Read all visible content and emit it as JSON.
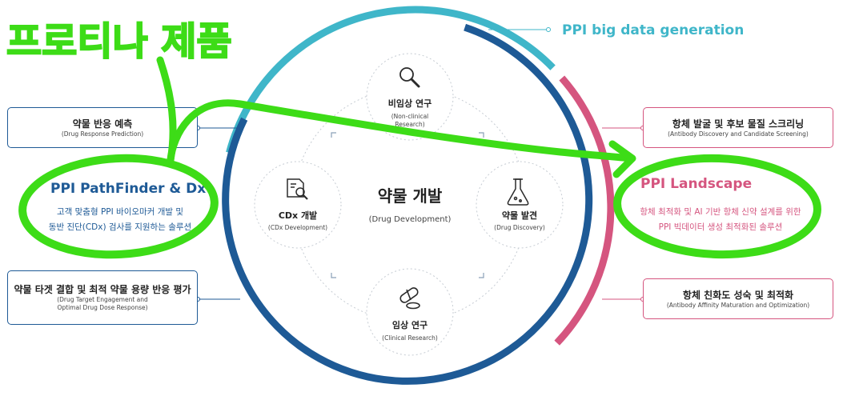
{
  "handwritten_title": "프로티나 제품",
  "colors": {
    "teal": "#3fb6c9",
    "navy": "#1e5a96",
    "pink": "#d5557f",
    "green": "#3ddc17",
    "gray_text": "#333333"
  },
  "top_label": "PPI big data generation",
  "center": {
    "title": "약물 개발",
    "subtitle": "(Drug Development)"
  },
  "nodes": [
    {
      "icon": "magnifier-icon",
      "title": "비임상 연구",
      "sub1": "(Non-clinical",
      "sub2": "Research)"
    },
    {
      "icon": "flask-icon",
      "title": "약물 발견",
      "sub1": "(Drug Discovery)",
      "sub2": ""
    },
    {
      "icon": "pill-icon",
      "title": "임상 연구",
      "sub1": "(Clinical Research)",
      "sub2": ""
    },
    {
      "icon": "document-search-icon",
      "title": "CDx 개발",
      "sub1": "(CDx Development)",
      "sub2": ""
    }
  ],
  "left_boxes": [
    {
      "title": "약물 반응 예측",
      "sub1": "(Drug Response Prediction)",
      "sub2": ""
    },
    {
      "title": "약물 타겟 결합 및 최적 약물 용량 반응 평가",
      "sub1": "(Drug Target Engagement and",
      "sub2": "Optimal Drug Dose Response)"
    }
  ],
  "left_highlight": {
    "title": "PPI PathFinder & Dx",
    "line1": "고객 맞춤형 PPI 바이오마커 개발 및",
    "line2": "동반 진단(CDx) 검사를 지원하는 솔루션"
  },
  "right_boxes": [
    {
      "title": "항체 발굴 및 후보 물질 스크리닝",
      "sub1": "(Antibody Discovery and Candidate Screening)"
    },
    {
      "title": "항체 친화도 성숙 및 최적화",
      "sub1": "(Antibody Affinity Maturation and Optimization)"
    }
  ],
  "right_highlight": {
    "title": "PPI Landscape",
    "line1": "항체 최적화 및 AI 기반 항체 신약 설계를 위한",
    "line2": "PPI 빅데이터 생성 최적화된 솔루션"
  }
}
